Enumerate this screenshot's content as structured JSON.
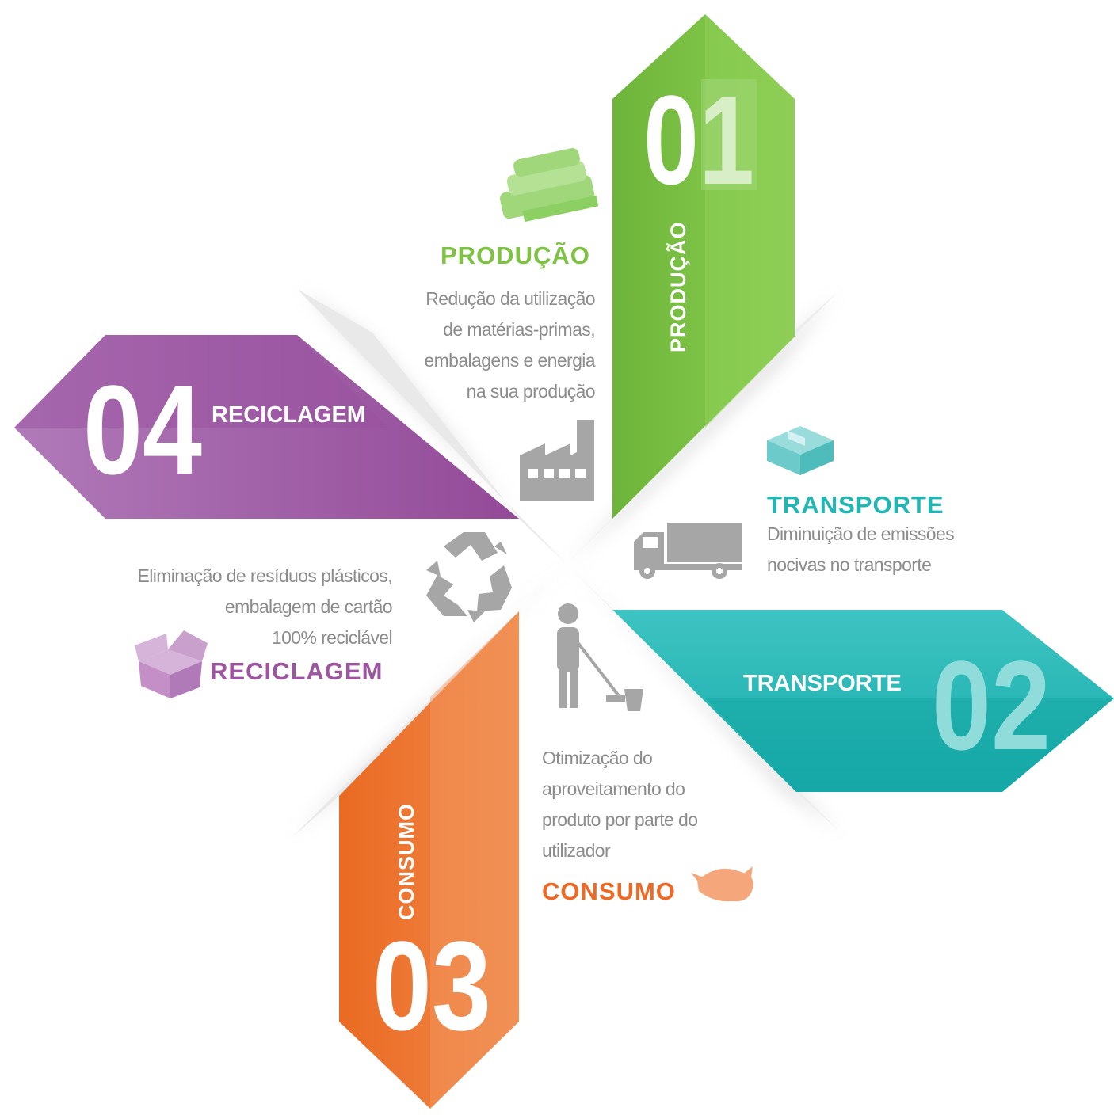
{
  "colors": {
    "producao": "#7dc242",
    "transporte": "#1fb6b4",
    "consumo": "#ee6a24",
    "reciclagem": "#9d55a0",
    "gray_icon": "#a6a6a6",
    "gray_text": "#8c8c8c"
  },
  "steps": [
    {
      "number": "01",
      "arrow_label": "PRODUÇÃO",
      "title": "PRODUÇÃO",
      "description": [
        "Redução da utilização",
        "de matérias-primas,",
        "embalagens e energia",
        "na sua produção"
      ],
      "icons": [
        "stacked-bags-icon",
        "factory-icon"
      ]
    },
    {
      "number": "02",
      "arrow_label": "TRANSPORTE",
      "title": "TRANSPORTE",
      "description": [
        "Diminuição de emissões",
        "nocivas no transporte"
      ],
      "icons": [
        "box-icon",
        "truck-icon"
      ]
    },
    {
      "number": "03",
      "arrow_label": "CONSUMO",
      "title": "CONSUMO",
      "description": [
        "Otimização do",
        "aproveitamento do",
        "produto por parte do",
        "utilizador"
      ],
      "icons": [
        "person-cleaning-icon",
        "bag-icon"
      ]
    },
    {
      "number": "04",
      "arrow_label": "RECICLAGEM",
      "title": "RECICLAGEM",
      "description": [
        "Eliminação de resíduos plásticos,",
        "embalagem de cartão",
        "100% reciclável"
      ],
      "icons": [
        "recycle-icon",
        "open-box-icon"
      ]
    }
  ]
}
